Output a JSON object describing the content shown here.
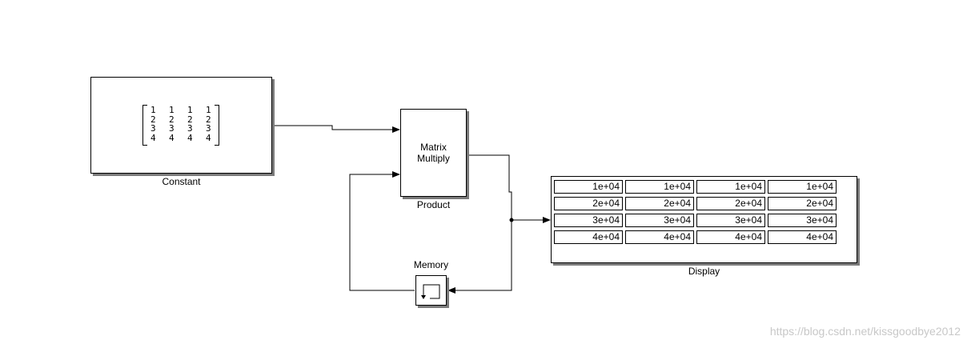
{
  "blocks": {
    "constant": {
      "label": "Constant",
      "matrix": [
        [
          "1",
          "1",
          "1",
          "1"
        ],
        [
          "2",
          "2",
          "2",
          "2"
        ],
        [
          "3",
          "3",
          "3",
          "3"
        ],
        [
          "4",
          "4",
          "4",
          "4"
        ]
      ]
    },
    "product": {
      "label": "Product",
      "title_line1": "Matrix",
      "title_line2": "Multiply"
    },
    "memory": {
      "label": "Memory",
      "icon": "memory-icon"
    },
    "display": {
      "label": "Display",
      "values": [
        [
          "1e+04",
          "1e+04",
          "1e+04",
          "1e+04"
        ],
        [
          "2e+04",
          "2e+04",
          "2e+04",
          "2e+04"
        ],
        [
          "3e+04",
          "3e+04",
          "3e+04",
          "3e+04"
        ],
        [
          "4e+04",
          "4e+04",
          "4e+04",
          "4e+04"
        ]
      ]
    }
  },
  "watermark": "https://blog.csdn.net/kissgoodbye2012"
}
